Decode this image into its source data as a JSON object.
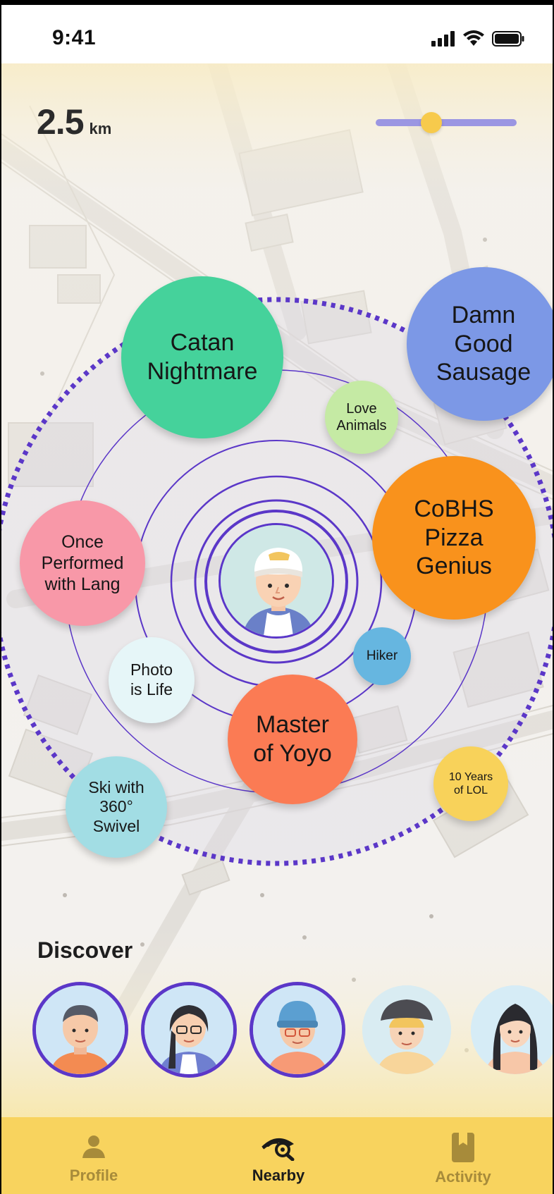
{
  "status_bar": {
    "time": "9:41",
    "icons": [
      "signal-icon",
      "wifi-icon",
      "battery-icon"
    ]
  },
  "distance": {
    "value": "2.5",
    "unit": "km"
  },
  "range_slider": {
    "level_fraction": 0.37,
    "track_color": "#9b96e2",
    "thumb_color": "#f7ca4c"
  },
  "interests": [
    {
      "label": "Catan\nNightmare",
      "color": "#45d29b"
    },
    {
      "label": "Damn\nGood\nSausage",
      "color": "#7c98e6"
    },
    {
      "label": "Love\nAnimals",
      "color": "#c5eaa4"
    },
    {
      "label": "CoBHS\nPizza\nGenius",
      "color": "#f9921c"
    },
    {
      "label": "Once\nPerformed\nwith Lang",
      "color": "#f898a8"
    },
    {
      "label": "Photo\nis Life",
      "color": "#e6f6f8"
    },
    {
      "label": "Hiker",
      "color": "#66b6e0"
    },
    {
      "label": "Master\nof Yoyo",
      "color": "#fb7b54"
    },
    {
      "label": "10 Years\nof LOL",
      "color": "#f8d25a"
    },
    {
      "label": "Ski with\n360°\nSwivel",
      "color": "#a2dde4"
    }
  ],
  "center_user": {
    "icon": "user-avatar"
  },
  "discover": {
    "title": "Discover",
    "people": [
      {
        "icon": "man-avatar"
      },
      {
        "icon": "woman-glasses-avatar"
      },
      {
        "icon": "man-beanie-avatar"
      },
      {
        "icon": "man-bucket-hat-avatar"
      },
      {
        "icon": "woman-avatar"
      }
    ]
  },
  "tabs": [
    {
      "label": "Profile",
      "icon": "person-icon",
      "active": false
    },
    {
      "label": "Nearby",
      "icon": "eye-search-icon",
      "active": true
    },
    {
      "label": "Activity",
      "icon": "bookmark-icon",
      "active": false
    }
  ],
  "colors": {
    "accent": "#5b37c8",
    "tab_bar": "#f8d35e"
  }
}
